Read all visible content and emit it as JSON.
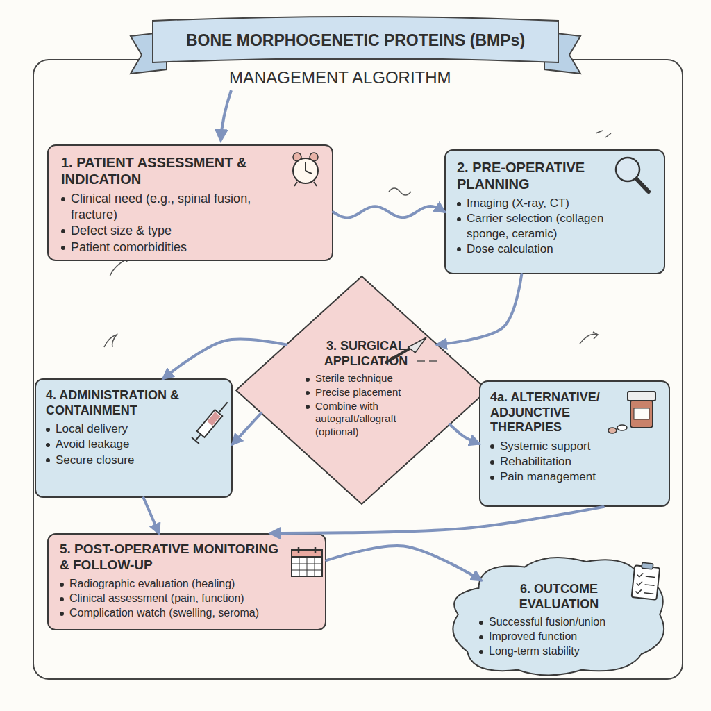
{
  "diagram": {
    "title": "BONE MORPHOGENETIC PROTEINS (BMPs)",
    "nodes": [
      {
        "text": [
          "1. PATIENT ASSESSMENT & INDICATION",
          "Clinical need (e.g., spinal fusion, fracture)",
          "Defect size & type",
          "Patient comorbidities"
        ]
      },
      {
        "text": [
          "2. PRE-OPERATIVE PLANNING",
          "Imaging (X-ray, CT)",
          "Carrier selection (collagen sponge, ceramic)",
          "Dose calculation"
        ]
      },
      {
        "text": [
          "3. SURGICAL APPLICATION",
          "Sterile technique",
          "Precise placement",
          "Combine with autograft/allograft (optional)"
        ]
      },
      {
        "text": [
          "4. ADMINISTRATION & CONTAINMENT",
          "Local delivery",
          "Avoid leakage",
          "Secure closure"
        ]
      },
      {
        "text": [
          "4a. ALTERNATIVE/ ADJUNCTIVE THERAPIES",
          "Systemic support",
          "Rehabilitation",
          "Pain management"
        ]
      },
      {
        "text": [
          "5. POST-OPERATIVE MONITORING & FOLLOW-UP",
          "Radiographic evaluation (healing)",
          "Clinical assessment (pain, function)",
          "Complication watch (swelling, seroma)"
        ]
      },
      {
        "text": [
          "6. OUTCOME EVALUATION",
          "Successful fusion/union",
          "Improved function",
          "Long-term stability"
        ]
      }
    ],
    "edges": [
      {
        "from": 0,
        "to": 1,
        "arrow": "to"
      },
      {
        "from": 1,
        "to": 2,
        "arrow": "to"
      },
      {
        "from": 2,
        "to": 3,
        "arrow": "to"
      },
      {
        "from": 2,
        "to": 3,
        "arrow": "to"
      },
      {
        "from": 2,
        "to": 4,
        "arrow": "to"
      },
      {
        "from": 3,
        "to": 5,
        "arrow": "to"
      },
      {
        "from": 4,
        "to": 5,
        "arrow": "to"
      },
      {
        "from": 5,
        "to": 6,
        "arrow": "to"
      }
    ],
    "labels": [
      "MANAGEMENT ALGORITHM"
    ]
  }
}
